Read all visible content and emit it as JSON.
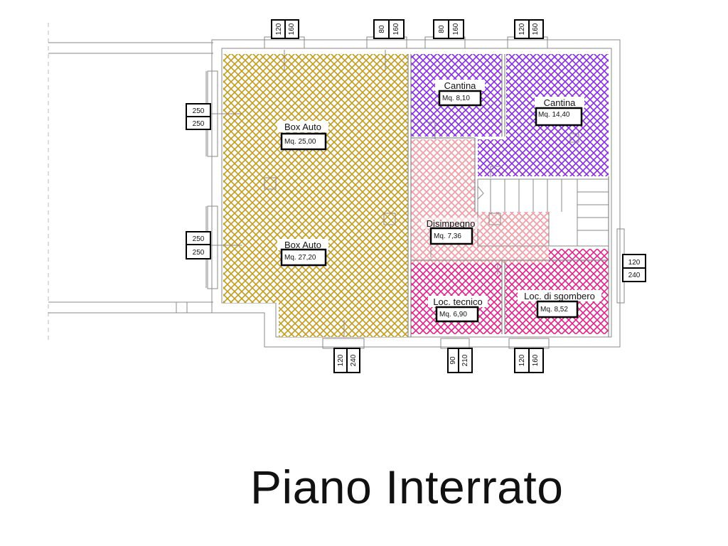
{
  "title": "Piano Interrato",
  "colors": {
    "garage": "#c49a1c",
    "cellar": "#8a2be2",
    "hallway": "#f2a0a8",
    "technical": "#e0208c",
    "wall": "#888888"
  },
  "rooms": {
    "box_auto_1": {
      "name": "Box Auto",
      "area": "Mq. 25,00"
    },
    "box_auto_2": {
      "name": "Box Auto",
      "area": "Mq. 27,20"
    },
    "cantina_1": {
      "name": "Cantina",
      "area": "Mq. 8,10"
    },
    "cantina_2": {
      "name": "Cantina",
      "area": "Mq. 14,40"
    },
    "disimpegno": {
      "name": "Disimpegno",
      "area": "Mq. 7,36"
    },
    "loc_tecnico": {
      "name": "Loc. tecnico",
      "area": "Mq. 6,90"
    },
    "loc_sgombero": {
      "name": "Loc. di sgombero",
      "area": "Mq. 8,52"
    }
  },
  "openings": {
    "top_1": {
      "a": "120",
      "b": "160"
    },
    "top_2": {
      "a": "80",
      "b": "160"
    },
    "top_3": {
      "a": "80",
      "b": "160"
    },
    "top_4": {
      "a": "120",
      "b": "160"
    },
    "left_1": {
      "a": "250",
      "b": "250"
    },
    "left_2": {
      "a": "250",
      "b": "250"
    },
    "right_1": {
      "a": "120",
      "b": "240"
    },
    "bottom_1": {
      "a": "120",
      "b": "240"
    },
    "bottom_2": {
      "a": "90",
      "b": "210"
    },
    "bottom_3": {
      "a": "120",
      "b": "160"
    }
  }
}
